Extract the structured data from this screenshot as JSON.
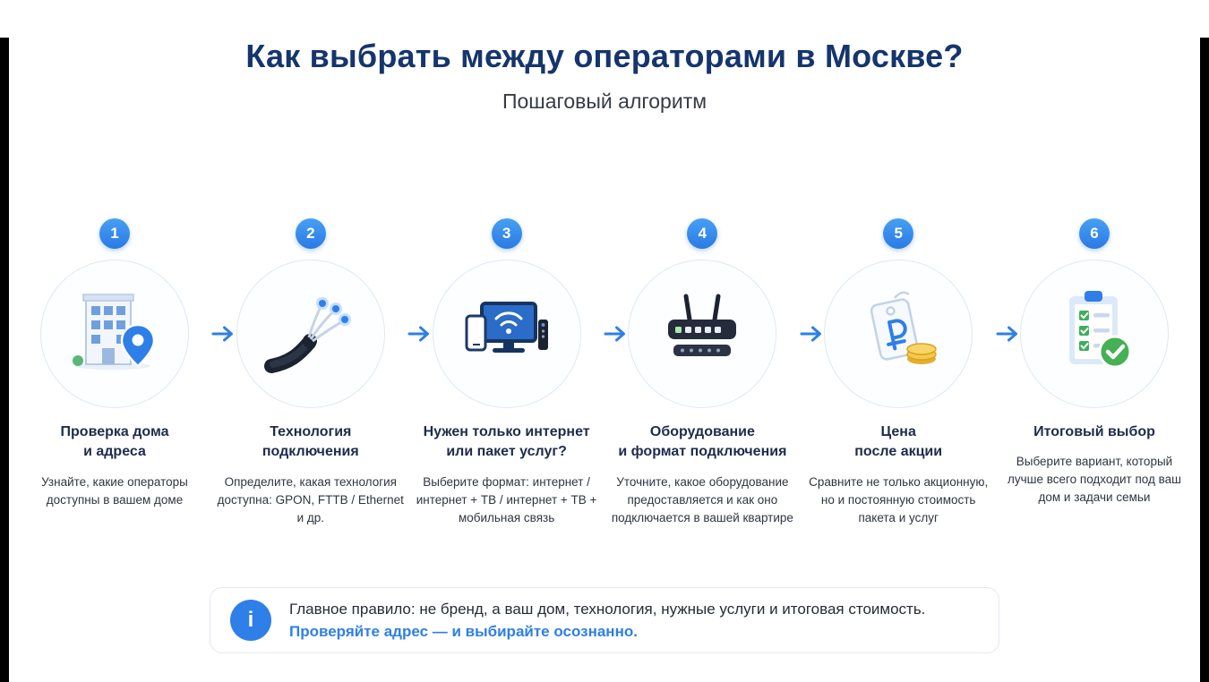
{
  "page": {
    "title": "Как выбрать между операторами в Москве?",
    "subtitle": "Пошаговый алгоритм"
  },
  "steps": [
    {
      "number": "1",
      "icon": "building-address-icon",
      "title": "Проверка дома\nи адреса",
      "description": "Узнайте, какие операторы доступны в вашем доме"
    },
    {
      "number": "2",
      "icon": "fiber-cable-icon",
      "title": "Технология\nподключения",
      "description": "Определите, какая технология доступна: GPON, FTTB / Ethernet и др."
    },
    {
      "number": "3",
      "icon": "devices-icon",
      "title": "Нужен только интернет\nили пакет услуг?",
      "description": "Выберите формат: интернет / интернет + ТВ / интернет + ТВ + мобильная связь"
    },
    {
      "number": "4",
      "icon": "router-icon",
      "title": "Оборудование\nи формат подключения",
      "description": "Уточните, какое оборудование предоставляется и как оно подключается в вашей квартире"
    },
    {
      "number": "5",
      "icon": "price-tag-icon",
      "title": "Цена\nпосле акции",
      "description": "Сравните не только акционную, но и постоянную стоимость пакета и услуг"
    },
    {
      "number": "6",
      "icon": "final-choice-icon",
      "title": "Итоговый выбор",
      "description": "Выберите вариант, который лучше всего подходит под ваш дом и задачи семьи"
    }
  ],
  "note": {
    "icon": "info-icon",
    "icon_glyph": "i",
    "line1": "Главное правило: не бренд, а ваш дом, технология, нужные услуги и итоговая стоимость.",
    "line2": "Проверяйте адрес — и выбирайте осознанно."
  },
  "colors": {
    "accent_blue": "#2e7fe8",
    "title_navy": "#16356d",
    "text_dark": "#2f3540",
    "circle_border": "#dde8f6",
    "coin_yellow": "#f6c84d",
    "check_green": "#45b054"
  }
}
